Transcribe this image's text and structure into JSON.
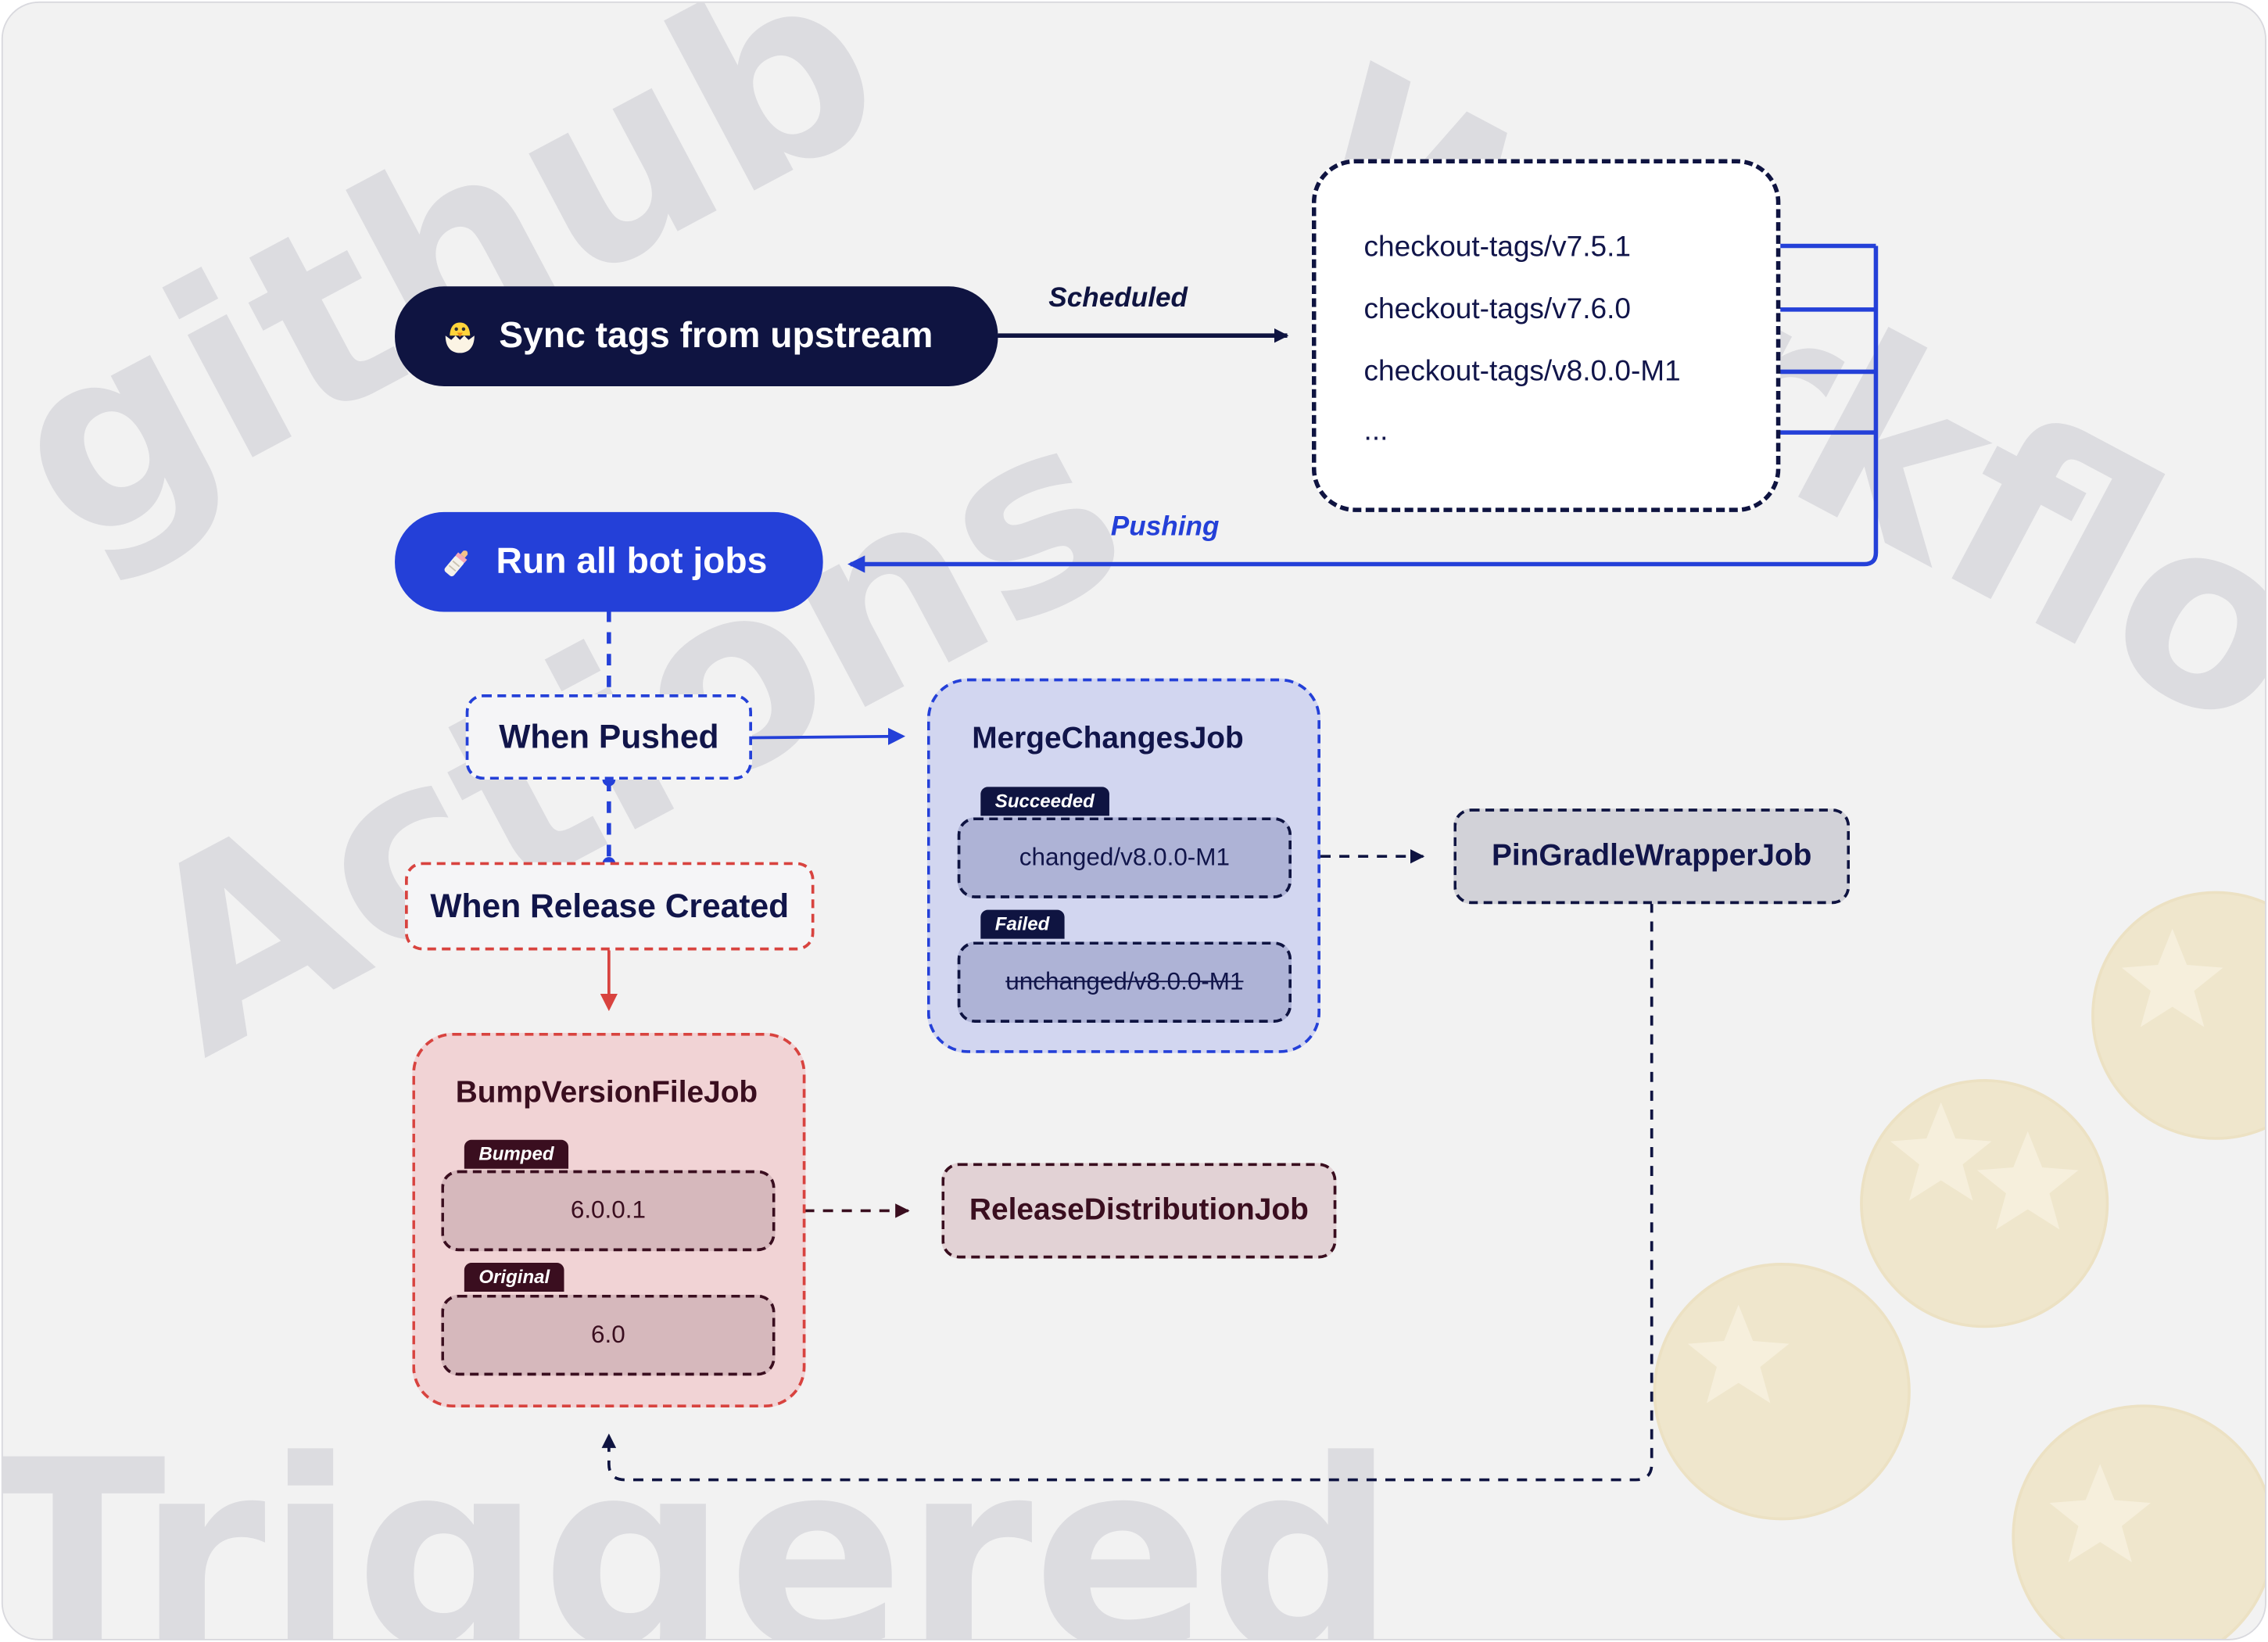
{
  "watermark": {
    "github": "github",
    "actions": "Actions",
    "workflow": "Workflow",
    "triggered": "Triggered"
  },
  "triggers": {
    "sync": {
      "label": "Sync tags from upstream",
      "icon": "hatching-chick-icon"
    },
    "run_all": {
      "label": "Run all bot jobs",
      "icon": "baby-bottle-icon"
    }
  },
  "edges": {
    "scheduled": "Scheduled",
    "pushing": "Pushing"
  },
  "branches": [
    "checkout-tags/v7.5.1",
    "checkout-tags/v7.6.0",
    "checkout-tags/v8.0.0-M1",
    "..."
  ],
  "conditions": {
    "when_pushed": "When Pushed",
    "when_release_created": "When Release Created"
  },
  "merge_job": {
    "title": "MergeChangesJob",
    "succeeded_tag": "Succeeded",
    "succeeded_value": "changed/v8.0.0-M1",
    "failed_tag": "Failed",
    "failed_value": "unchanged/v8.0.0-M1"
  },
  "pin_job": {
    "title": "PinGradleWrapperJob"
  },
  "bump_job": {
    "title": "BumpVersionFileJob",
    "bumped_tag": "Bumped",
    "bumped_value": "6.0.0.1",
    "original_tag": "Original",
    "original_value": "6.0"
  },
  "release_job": {
    "title": "ReleaseDistributionJob"
  },
  "colors": {
    "navy": "#0f1441",
    "blue": "#2440d8",
    "red": "#d8433f",
    "maroon": "#3a0e1f",
    "background": "#f2f2f2"
  }
}
